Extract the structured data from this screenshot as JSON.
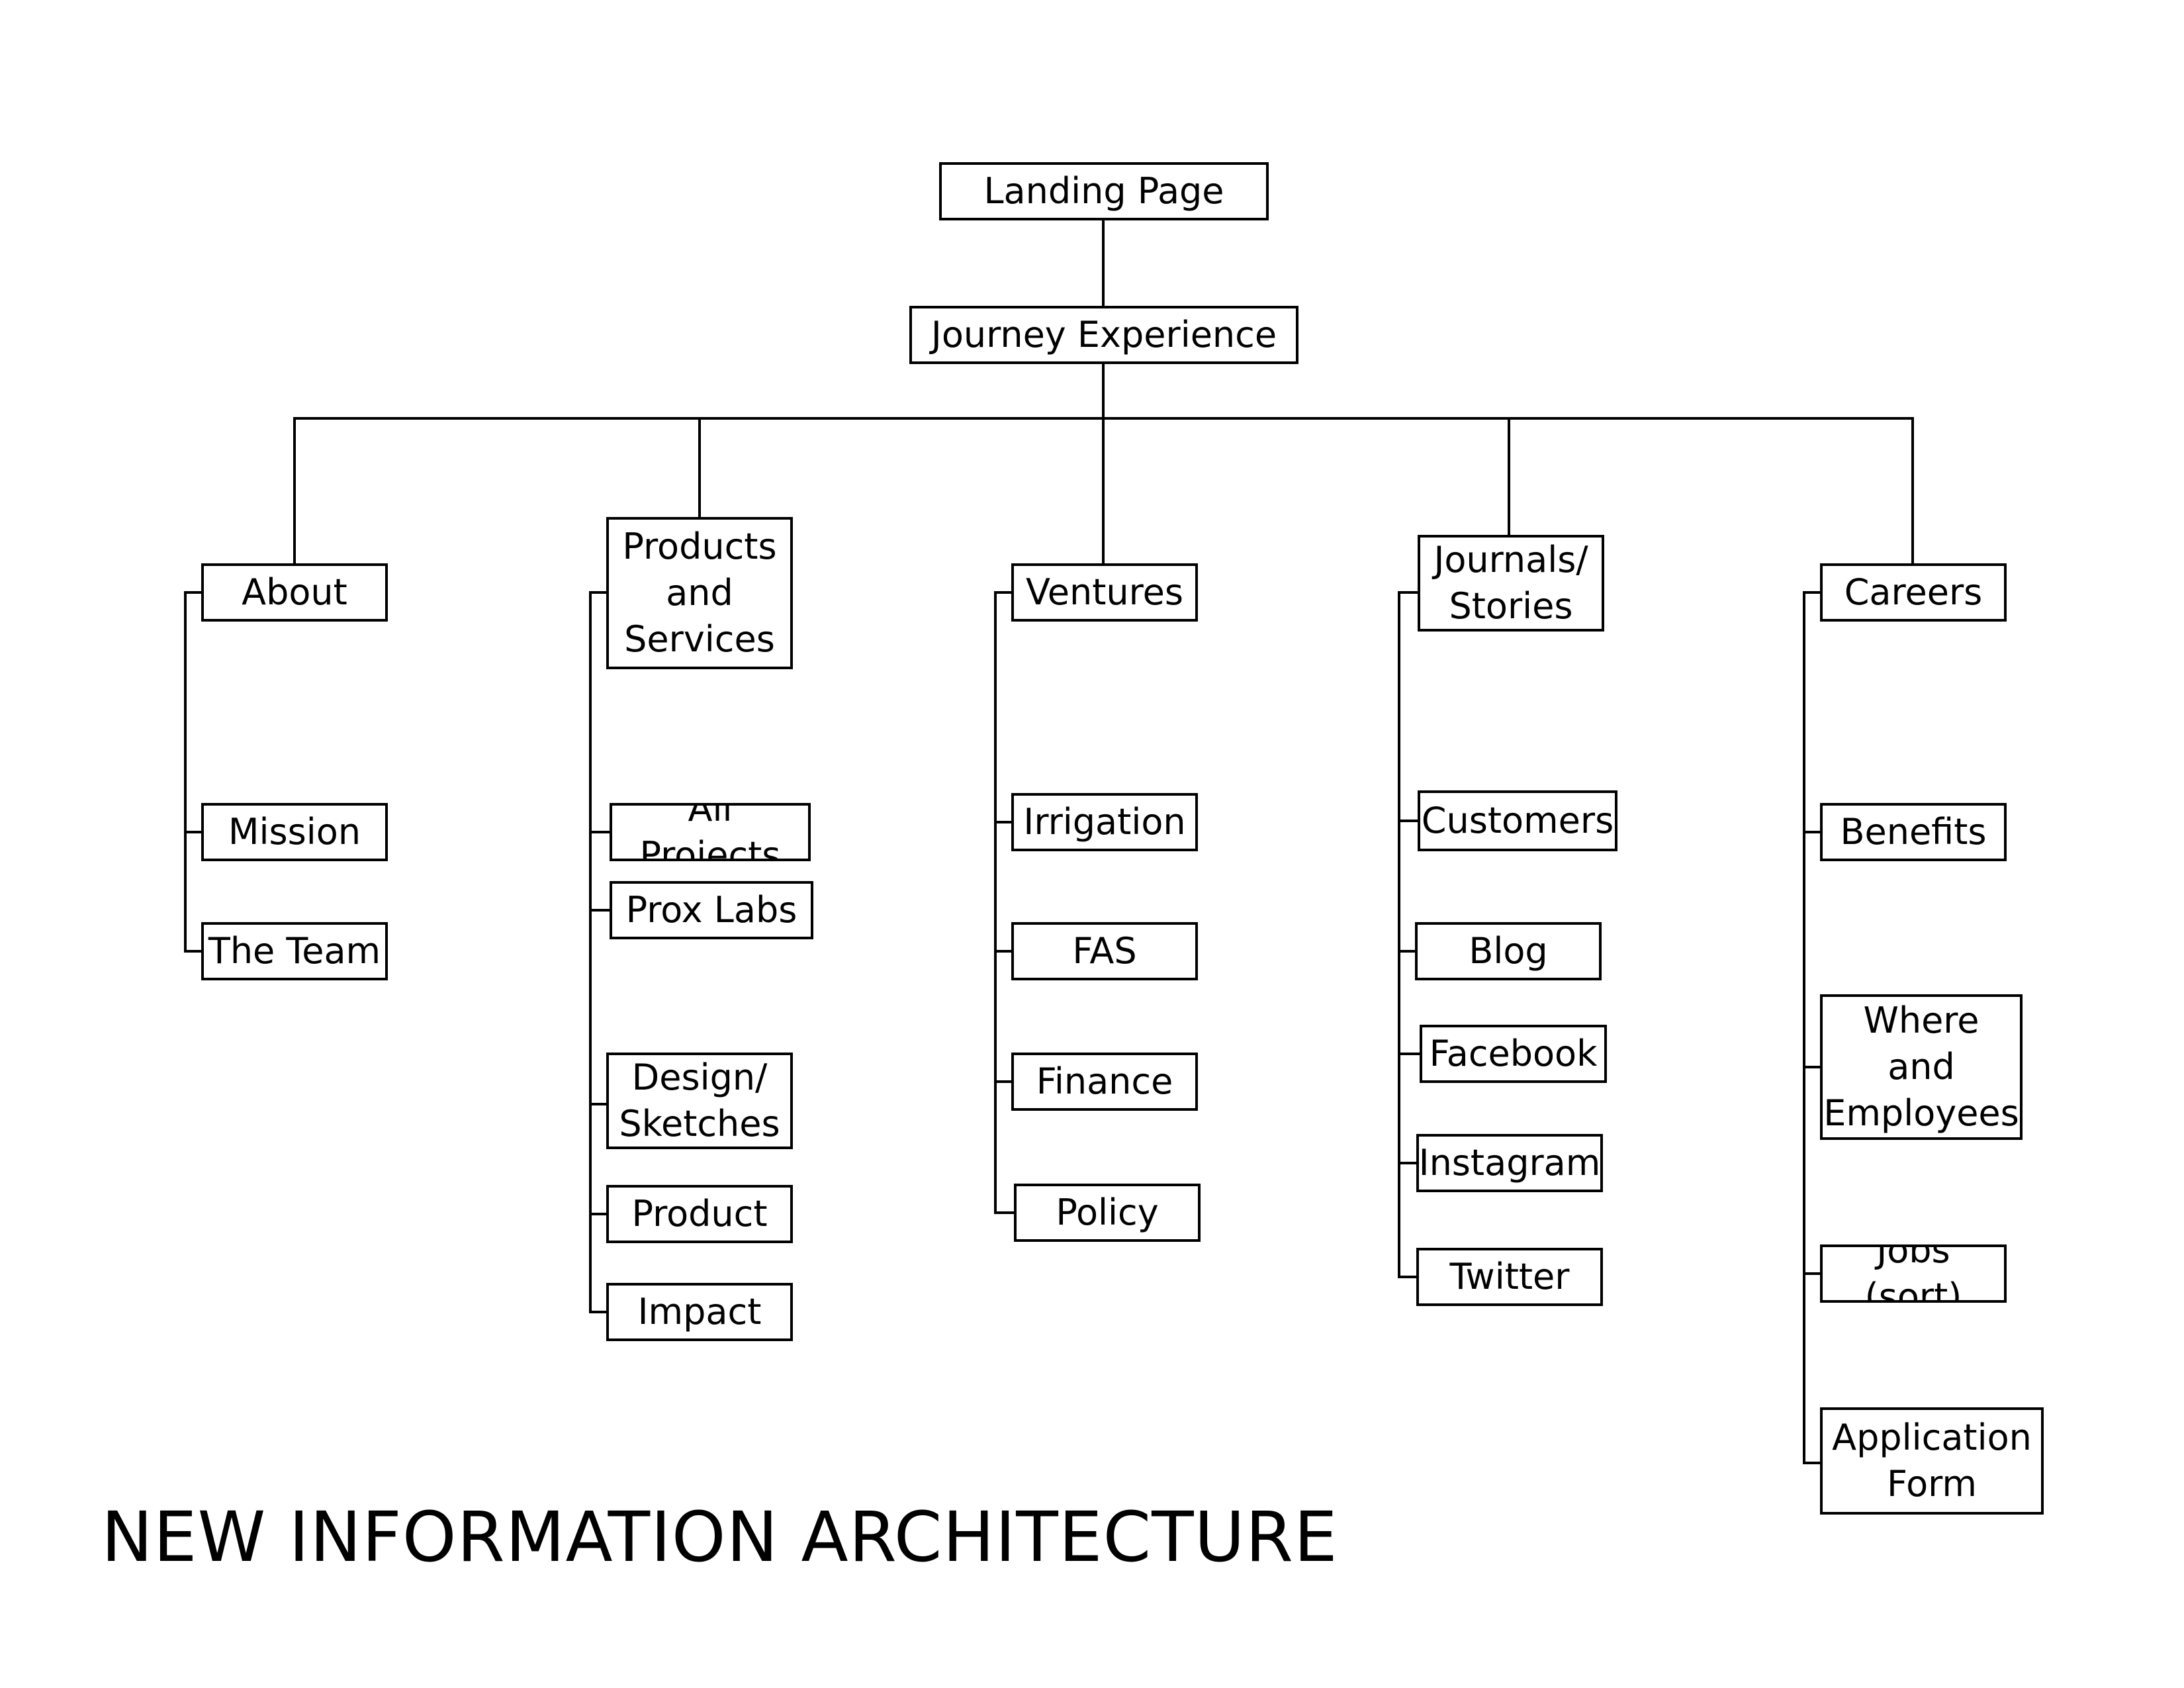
{
  "heading": "NEW INFORMATION ARCHITECTURE",
  "root": "Landing Page",
  "hub": "Journey Experience",
  "sections": [
    {
      "label": "About",
      "children": [
        "Mission",
        "The Team"
      ]
    },
    {
      "label": "Products\nand\nServices",
      "children": [
        "All Projects",
        "Prox Labs",
        "Design/\nSketches",
        "Product",
        "Impact"
      ]
    },
    {
      "label": "Ventures",
      "children": [
        "Irrigation",
        "FAS",
        "Finance",
        "Policy"
      ]
    },
    {
      "label": "Journals/\nStories",
      "children": [
        "Customers",
        "Blog",
        "Facebook",
        "Instagram",
        "Twitter"
      ]
    },
    {
      "label": "Careers",
      "children": [
        "Benefits",
        "Where\nand\nEmployees",
        "Jobs (sort)",
        "Application\nForm"
      ]
    }
  ]
}
